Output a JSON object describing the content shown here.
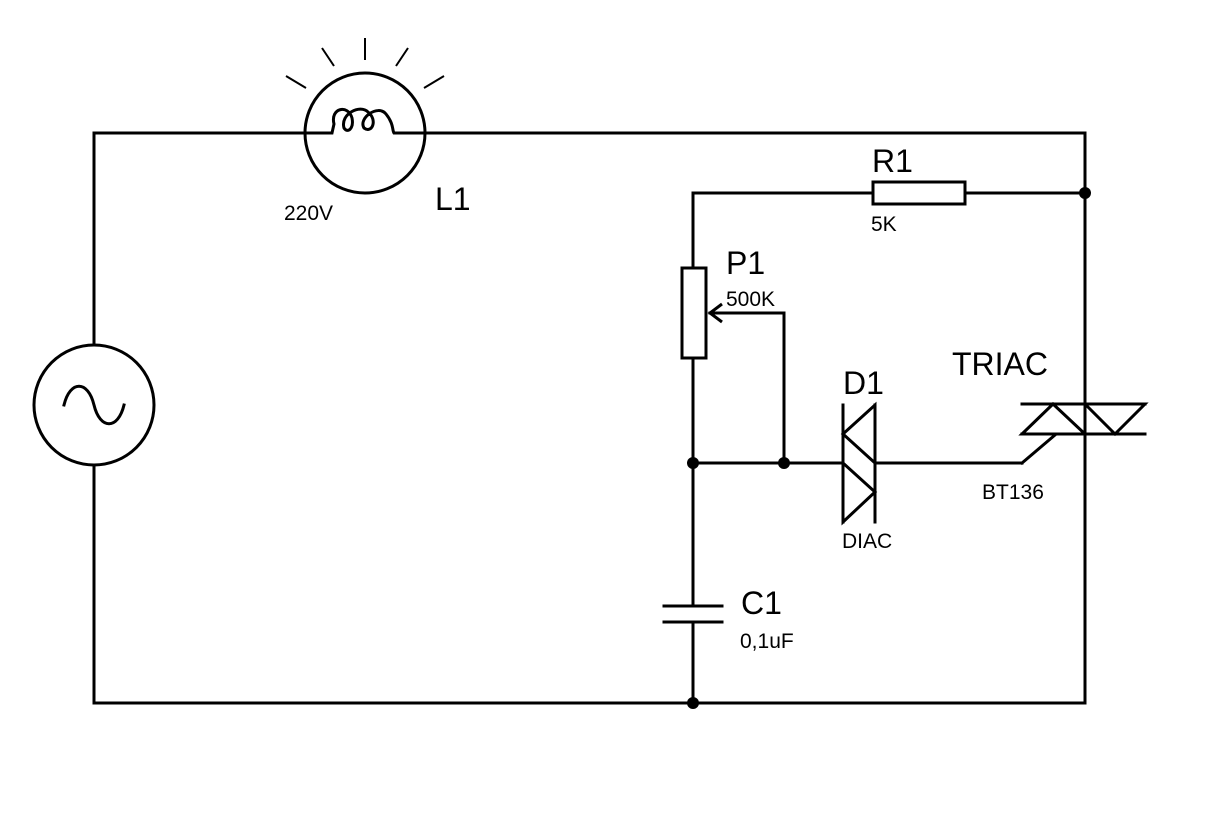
{
  "components": {
    "lamp": {
      "ref": "L1",
      "value": "220V"
    },
    "resistor": {
      "ref": "R1",
      "value": "5K"
    },
    "potentiometer": {
      "ref": "P1",
      "value": "500K"
    },
    "diac": {
      "ref": "D1",
      "value": "DIAC"
    },
    "triac": {
      "ref": "TRIAC",
      "value": "BT136"
    },
    "capacitor": {
      "ref": "C1",
      "value": "0,1uF"
    },
    "source": {
      "symbol": "sine-wave-icon"
    }
  }
}
